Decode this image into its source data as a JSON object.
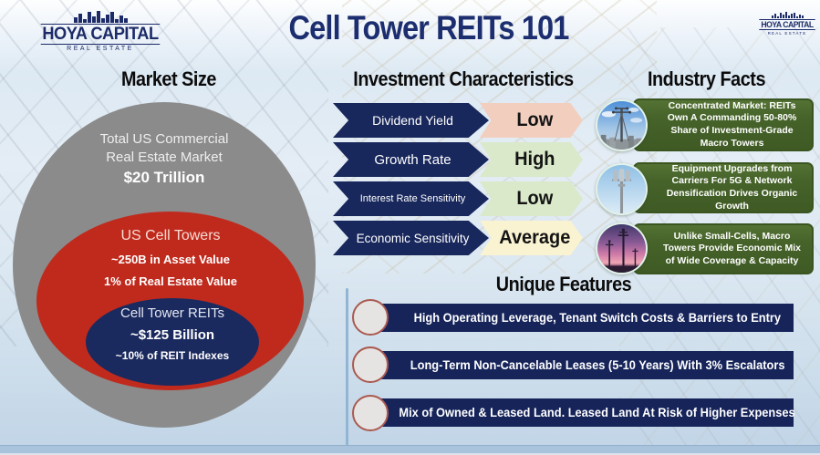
{
  "brand": {
    "name": "HOYA CAPITAL",
    "subtitle": "REAL ESTATE"
  },
  "title": "Cell Tower REITs 101",
  "market_size": {
    "heading": "Market Size",
    "outer": {
      "line1": "Total US Commercial",
      "line2": "Real Estate Market",
      "value": "$20 Trillion"
    },
    "middle": {
      "label": "US Cell Towers",
      "stat1": "~250B in Asset Value",
      "stat2": "1% of Real Estate Value"
    },
    "inner": {
      "label": "Cell Tower REITs",
      "value": "~$125 Billion",
      "stat": "~10% of REIT Indexes"
    }
  },
  "investment_characteristics": {
    "heading": "Investment Characteristics",
    "rows": [
      {
        "label": "Dividend Yield",
        "value": "Low",
        "color": "#f2cebf"
      },
      {
        "label": "Growth Rate",
        "value": "High",
        "color": "#d9e9c9"
      },
      {
        "label": "Interest Rate Sensitivity",
        "value": "Low",
        "color": "#d9e9c9"
      },
      {
        "label": "Economic Sensitivity",
        "value": "Average",
        "color": "#faf3d2"
      }
    ]
  },
  "industry_facts": {
    "heading": "Industry Facts",
    "facts": [
      {
        "text": "Concentrated Market: REITs Own A Commanding 50-80% Share of Investment-Grade Macro Towers",
        "image": "macro-tower-city-photo"
      },
      {
        "text": "Equipment Upgrades from Carriers For 5G & Network Densification Drives Organic Growth",
        "image": "cell-antenna-photo"
      },
      {
        "text": "Unlike Small-Cells, Macro Towers Provide Economic Mix of Wide Coverage & Capacity",
        "image": "sunset-towers-photo"
      }
    ]
  },
  "unique_features": {
    "heading": "Unique Features",
    "features": [
      "High Operating Leverage, Tenant Switch Costs & Barriers to Entry",
      "Long-Term Non-Cancelable Leases (5-10 Years) With 3% Escalators",
      "Mix of Owned & Leased Land. Leased Land At Risk of Higher Expenses"
    ]
  },
  "chart_data": {
    "type": "venn-nested-circles",
    "title": "Market Size",
    "levels": [
      {
        "label": "Total US Commercial Real Estate Market",
        "value_text": "$20 Trillion",
        "value_usd_trillions": 20,
        "color": "#8b8b8b"
      },
      {
        "label": "US Cell Towers",
        "value_text": "~250B in Asset Value",
        "value_usd_billions": 250,
        "share_text": "1% of Real Estate Value",
        "color": "#c02a1d"
      },
      {
        "label": "Cell Tower REITs",
        "value_text": "~$125 Billion",
        "value_usd_billions": 125,
        "share_text": "~10% of REIT Indexes",
        "color": "#1b2a5e"
      }
    ]
  },
  "colors": {
    "title_navy": "#1c2e6f",
    "arrow_navy": "#18275c",
    "bar_navy": "#16245a",
    "fact_green": "#46632a",
    "outer_gray": "#8b8b8b",
    "mid_red": "#c02a1d",
    "inner_navy": "#1b2a5e",
    "value_low_pink": "#f2cebf",
    "value_high_green": "#d9e9c9",
    "value_avg_cream": "#faf3d2",
    "dot_fill": "#e6e4e3",
    "dot_border": "#aa5a50",
    "bottom_band": "#a9c3dc"
  }
}
